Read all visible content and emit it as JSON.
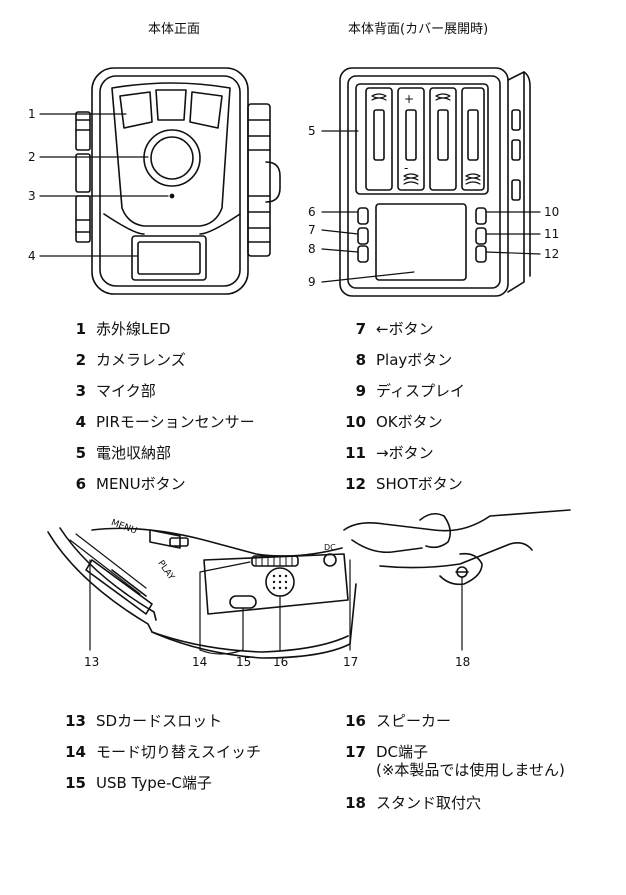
{
  "captions": {
    "front": "本体正面",
    "back": "本体背面(カバー展開時)"
  },
  "callouts": {
    "c1": "1",
    "c2": "2",
    "c3": "3",
    "c4": "4",
    "c5": "5",
    "c6": "6",
    "c7": "7",
    "c8": "8",
    "c9": "9",
    "c10": "10",
    "c11": "11",
    "c12": "12",
    "c13": "13",
    "c14": "14",
    "c15": "15",
    "c16": "16",
    "c17": "17",
    "c18": "18"
  },
  "back_labels": {
    "plus": "+",
    "minus": "-"
  },
  "side_labels": {
    "menu": "MENU",
    "play": "PLAY",
    "dc": "DC"
  },
  "legend": [
    {
      "num": "1",
      "text": "赤外線LED"
    },
    {
      "num": "2",
      "text": "カメラレンズ"
    },
    {
      "num": "3",
      "text": "マイク部"
    },
    {
      "num": "4",
      "text": "PIRモーションセンサー"
    },
    {
      "num": "5",
      "text": "電池収納部"
    },
    {
      "num": "6",
      "text": "MENUボタン"
    },
    {
      "num": "7",
      "text": "←ボタン"
    },
    {
      "num": "8",
      "text": "Playボタン"
    },
    {
      "num": "9",
      "text": "ディスプレイ"
    },
    {
      "num": "10",
      "text": "OKボタン"
    },
    {
      "num": "11",
      "text": "→ボタン"
    },
    {
      "num": "12",
      "text": "SHOTボタン"
    },
    {
      "num": "13",
      "text": "SDカードスロット"
    },
    {
      "num": "14",
      "text": "モード切り替えスイッチ"
    },
    {
      "num": "15",
      "text": "USB Type-C端子"
    },
    {
      "num": "16",
      "text": "スピーカー"
    },
    {
      "num": "17",
      "text": "DC端子",
      "sub": "(※本製品では使用しません)"
    },
    {
      "num": "18",
      "text": "スタンド取付穴"
    }
  ]
}
